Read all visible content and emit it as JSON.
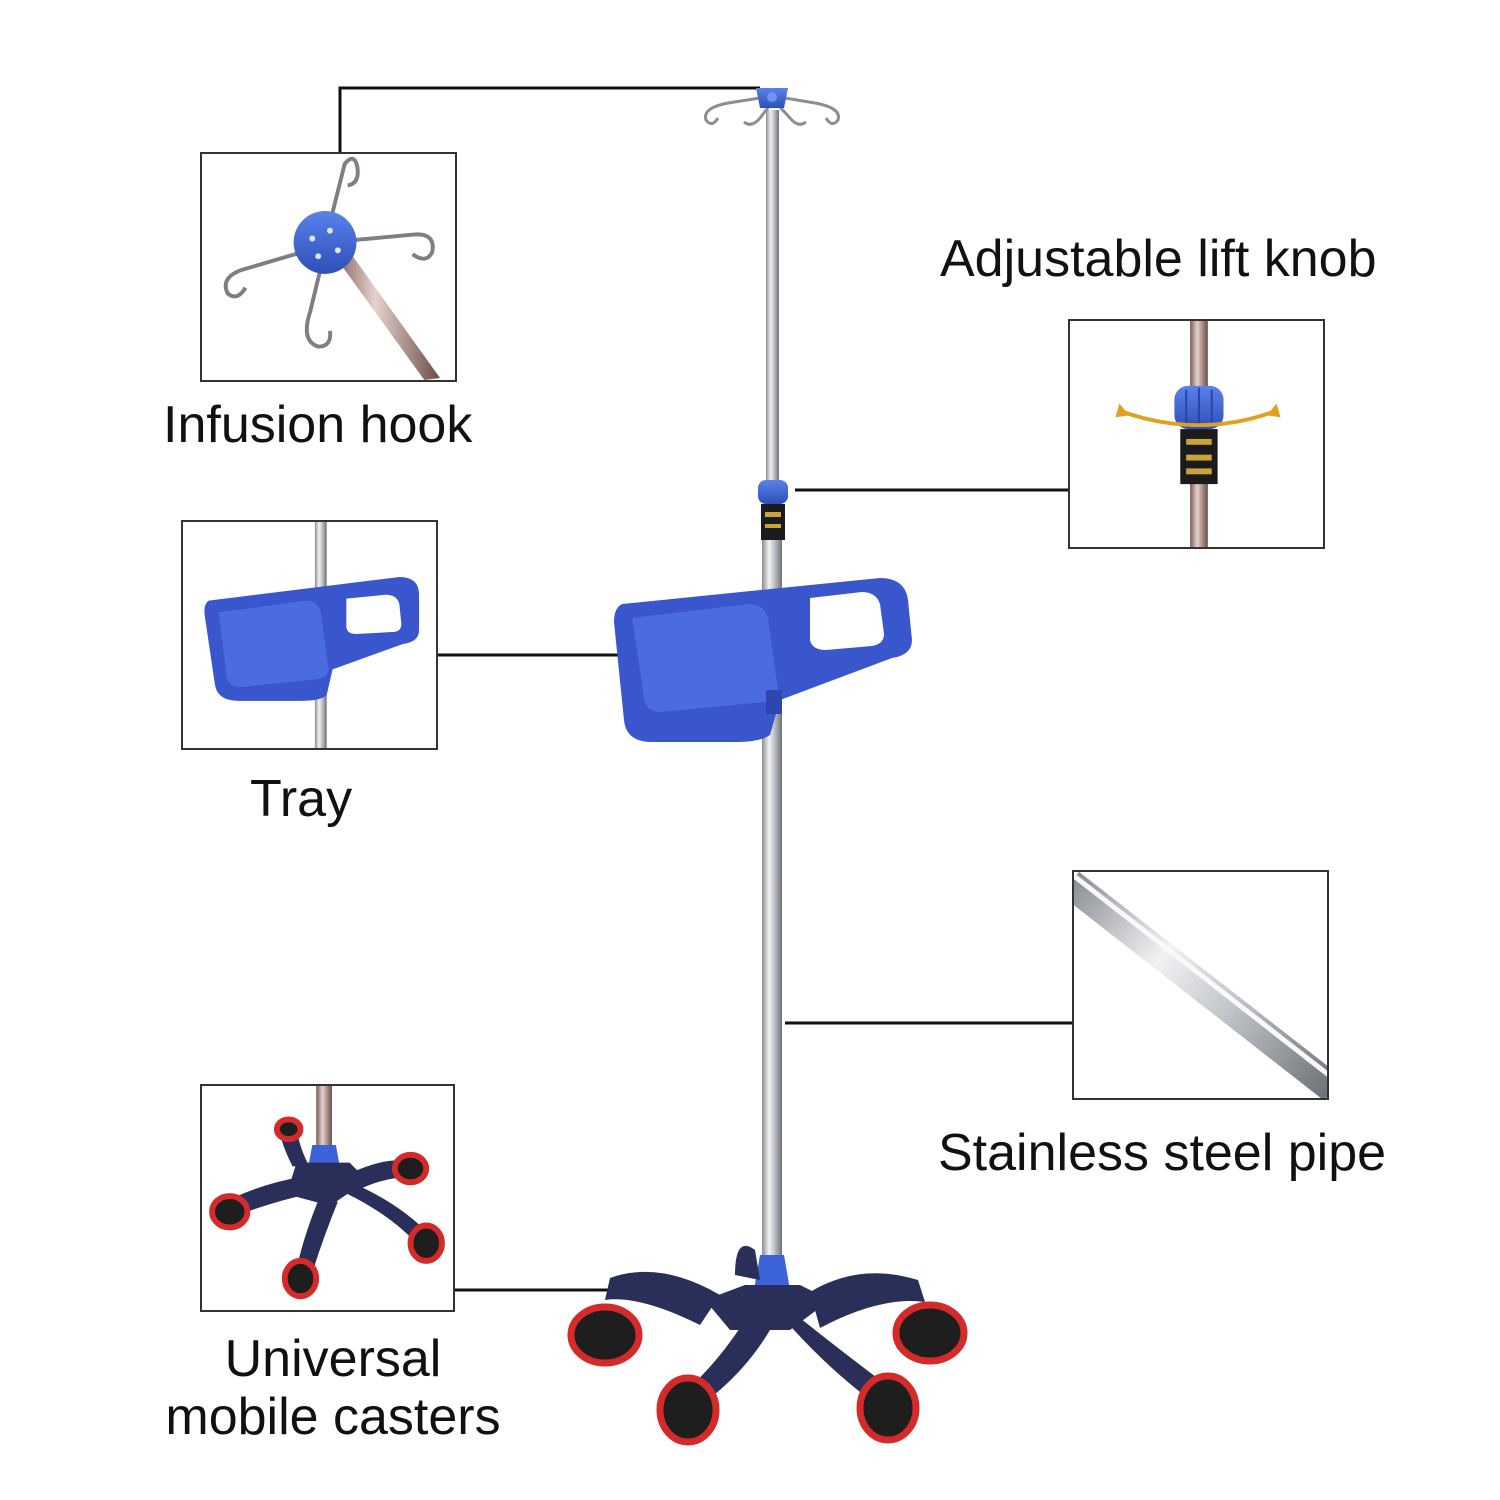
{
  "labels": {
    "infusion_hook": "Infusion hook",
    "adjustable_lift_knob": "Adjustable lift knob",
    "tray": "Tray",
    "stainless_steel_pipe": "Stainless steel pipe",
    "universal_mobile_casters_line1": "Universal",
    "universal_mobile_casters_line2": "mobile casters"
  },
  "colors": {
    "accent_blue": "#3a63d6",
    "base_navy": "#2a2f5a",
    "wheel_red": "#d42a2a",
    "steel": "#c7c9cc",
    "leader_line": "#111111"
  }
}
